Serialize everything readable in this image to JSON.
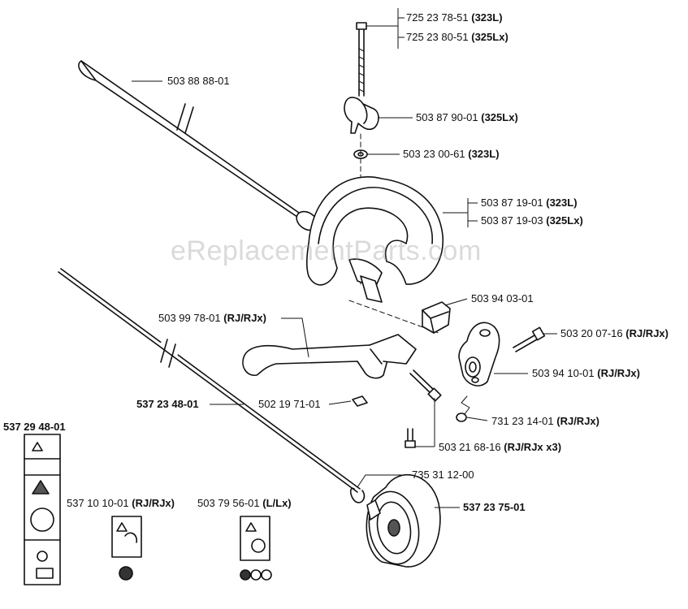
{
  "watermark": "eReplacementParts.com",
  "labels": {
    "bolt_a": {
      "num": "725 23 78-51",
      "tag": "(323L)"
    },
    "bolt_b": {
      "num": "725 23 80-51",
      "tag": "(325Lx)"
    },
    "knob": {
      "num": "503 87 90-01",
      "tag": "(325Lx)"
    },
    "washer": {
      "num": "503 23 00-61",
      "tag": "(323L)"
    },
    "handle_a": {
      "num": "503 87 19-01",
      "tag": "(323L)"
    },
    "handle_b": {
      "num": "503 87 19-03",
      "tag": "(325Lx)"
    },
    "tube": {
      "num": "503 88 88-01"
    },
    "clamp": {
      "num": "503 94 03-01"
    },
    "screw_right": {
      "num": "503 20 07-16",
      "tag": "(RJ/RJx)"
    },
    "bracket": {
      "num": "503 94 10-01",
      "tag": "(RJ/RJx)"
    },
    "nut": {
      "num": "731 23 14-01",
      "tag": "(RJ/RJx)"
    },
    "screws": {
      "num": "503 21 68-16",
      "tag": "(RJ/RJx x3)"
    },
    "loop_handle": {
      "num": "503 99 78-01",
      "tag": "(RJ/RJx)"
    },
    "square_nut": {
      "num": "502 19 71-01"
    },
    "shaft": {
      "num": "537 23 48-01"
    },
    "decal_sheet": {
      "num": "537 29 48-01"
    },
    "clip": {
      "num": "735 31 12-00"
    },
    "drum": {
      "num": "537 23 75-01"
    },
    "decal_rj": {
      "num": "537 10 10-01",
      "tag": "(RJ/RJx)"
    },
    "decal_l": {
      "num": "503 79 56-01",
      "tag": "(L/Lx)"
    }
  },
  "colors": {
    "line": "#111111",
    "fill": "#ffffff",
    "shade": "#555555"
  }
}
